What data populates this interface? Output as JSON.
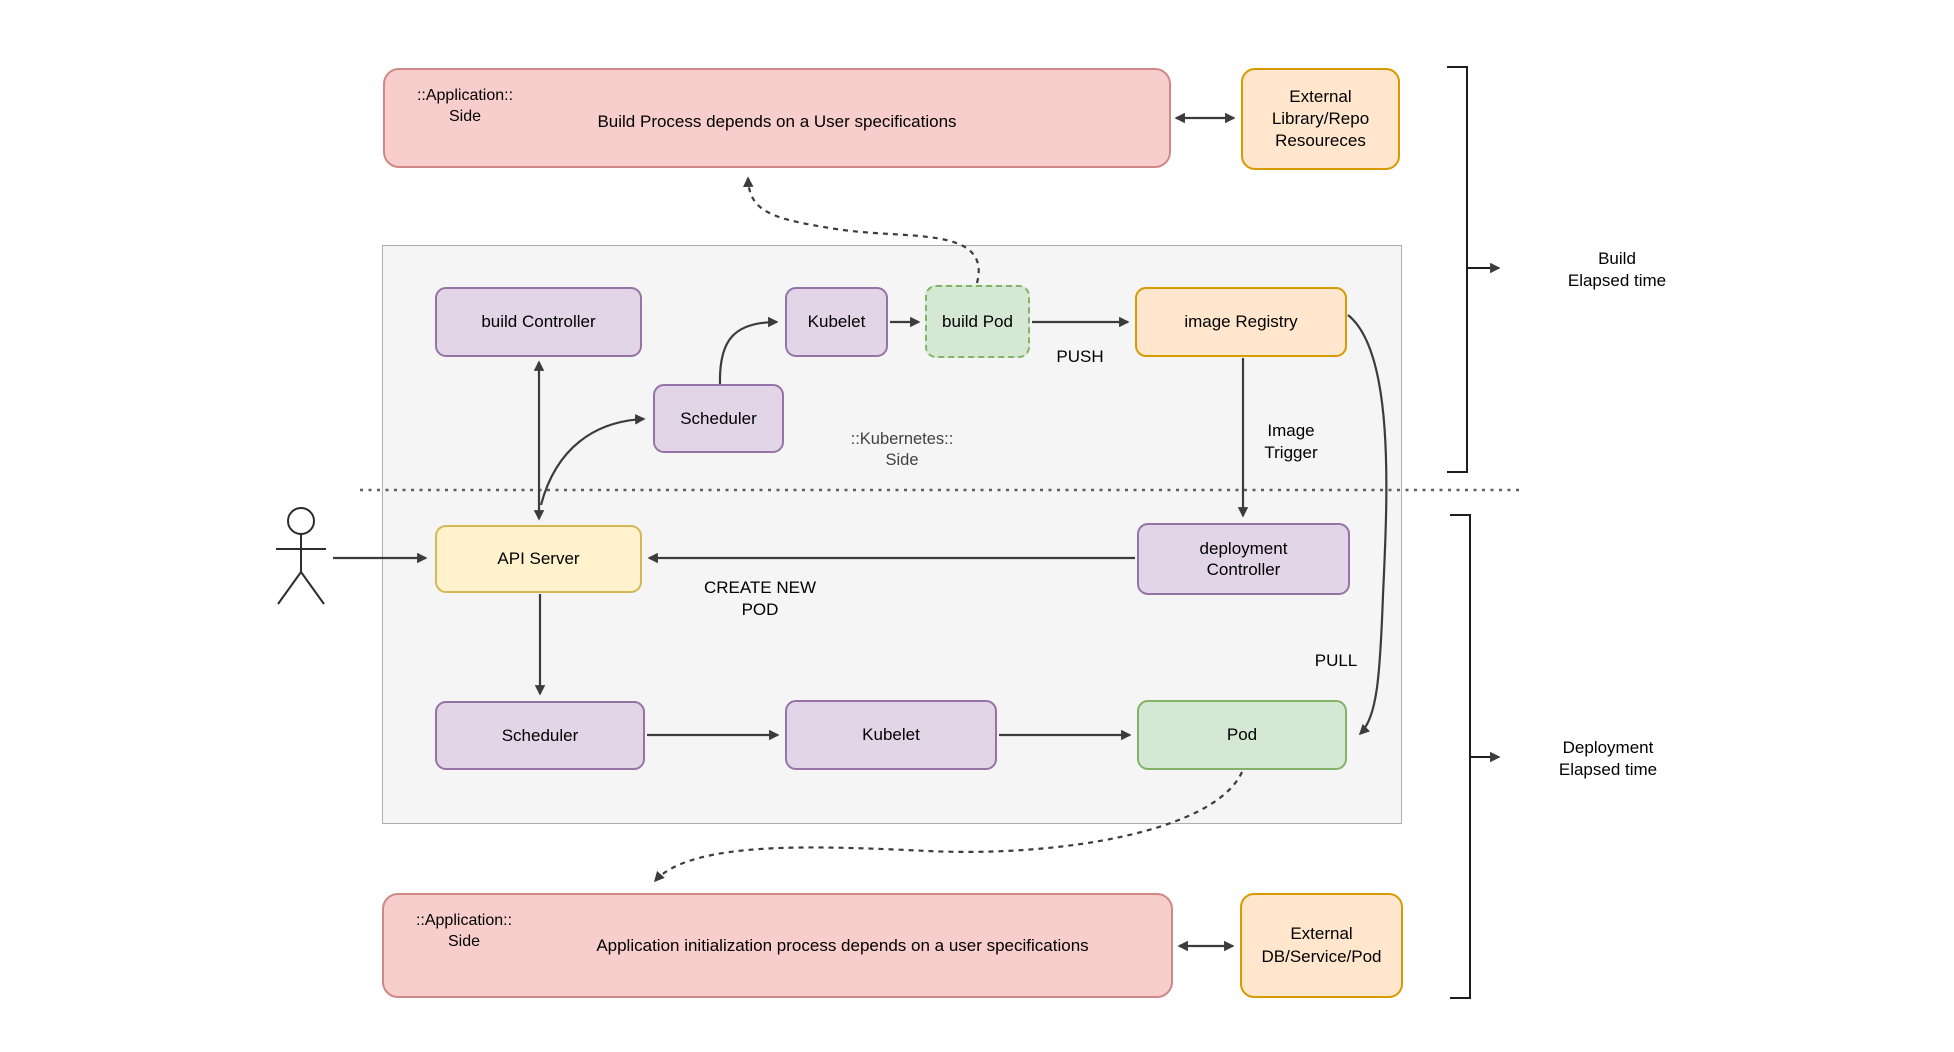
{
  "diagram": {
    "title_context": "Kubernetes build and deployment flow diagram",
    "nodes": {
      "top_app": {
        "corner1": "::Application::",
        "corner2": "Side",
        "text": "Build Process depends on a User specifications"
      },
      "ext_lib": {
        "l1": "External",
        "l2": "Library/Repo",
        "l3": "Resoureces"
      },
      "build_controller": {
        "text": "build Controller"
      },
      "scheduler_build": {
        "text": "Scheduler"
      },
      "kubelet_build": {
        "text": "Kubelet"
      },
      "build_pod": {
        "text": "build Pod"
      },
      "image_registry": {
        "text": "image Registry"
      },
      "api_server": {
        "text": "API Server"
      },
      "deployment_controller": {
        "text": "deployment Controller"
      },
      "scheduler_deploy": {
        "text": "Scheduler"
      },
      "kubelet_deploy": {
        "text": "Kubelet"
      },
      "pod": {
        "text": "Pod"
      },
      "bottom_app": {
        "corner1": "::Application::",
        "corner2": "Side",
        "text": "Application initialization process depends on a user specifications"
      },
      "ext_db": {
        "l1": "External",
        "l2": "DB/Service/Pod"
      }
    },
    "labels": {
      "kubernetes_side_1": "::Kubernetes::",
      "kubernetes_side_2": "Side",
      "push": "PUSH",
      "pull": "PULL",
      "image_trigger_1": "Image",
      "image_trigger_2": "Trigger",
      "create_new_pod_1": "CREATE NEW",
      "create_new_pod_2": "POD",
      "build_elapsed_1": "Build",
      "build_elapsed_2": "Elapsed time",
      "deploy_elapsed_1": "Deployment",
      "deploy_elapsed_2": "Elapsed time"
    },
    "colors": {
      "purple_fill": "#E1D5E7",
      "purple_stroke": "#9673A6",
      "orange_fill": "#FFE6CC",
      "orange_stroke": "#D79B00",
      "yellow_fill": "#FFF2CC",
      "yellow_stroke": "#D6B656",
      "green_fill": "#D5E8D4",
      "green_stroke": "#82B366",
      "pink_fill": "#F8CECC",
      "pink_stroke": "#D08886",
      "container_fill": "#F5F5F5",
      "container_stroke": "#ADADAD",
      "connector": "#3C3C3C"
    }
  }
}
